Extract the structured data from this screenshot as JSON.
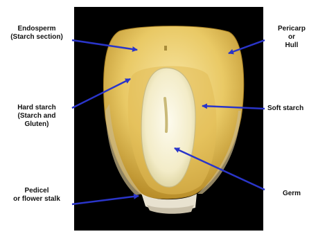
{
  "labels": {
    "endosperm": {
      "line1": "Endosperm",
      "line2": "(Starch section)"
    },
    "pericarp": {
      "line1": "Pericarp",
      "line2": "or",
      "line3": "Hull"
    },
    "hard_starch": {
      "line1": "Hard starch",
      "line2": "(Starch and",
      "line3": "Gluten)"
    },
    "soft_starch": {
      "line1": "Soft starch"
    },
    "pedicel": {
      "line1": "Pedicel",
      "line2": "or flower stalk"
    },
    "germ": {
      "line1": "Germ"
    }
  },
  "colors": {
    "background": "#000000",
    "pericarp": "#d9b94a",
    "endosperm": "#f0d77a",
    "hard_starch": "#e6c25a",
    "germ": "#f7f2d8",
    "arrow": "#2a35c9"
  }
}
